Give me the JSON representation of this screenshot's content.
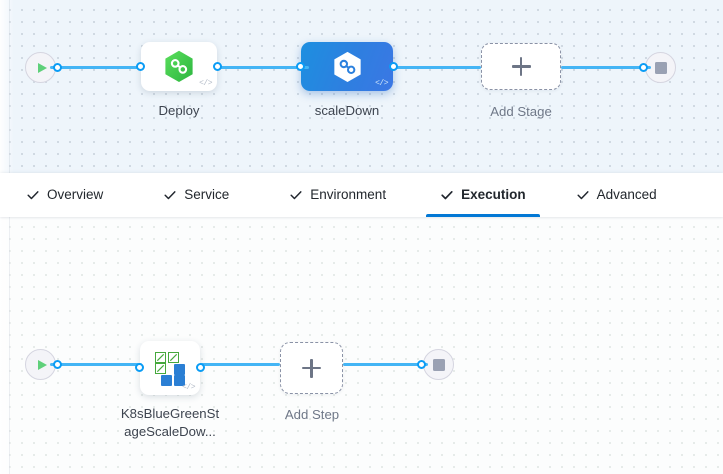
{
  "stage_canvas": {
    "start_node": {
      "name": "pipeline-start",
      "icon": "play-icon"
    },
    "end_node": {
      "name": "pipeline-end",
      "icon": "stop-icon"
    },
    "nodes": [
      {
        "id": "deploy",
        "label": "Deploy",
        "icon": "harness-hexagon-icon",
        "style": "white-card",
        "code_icon": "</>"
      },
      {
        "id": "scaleDown",
        "label": "scaleDown",
        "icon": "harness-hexagon-icon",
        "style": "blue-card",
        "code_icon": "</>"
      },
      {
        "id": "add-stage",
        "label": "Add Stage",
        "icon": "plus-icon",
        "style": "dashed"
      }
    ]
  },
  "tabs": {
    "items": [
      {
        "id": "overview",
        "label": "Overview",
        "icon": "check-icon",
        "active": false
      },
      {
        "id": "service",
        "label": "Service",
        "icon": "check-icon",
        "active": false
      },
      {
        "id": "environment",
        "label": "Environment",
        "icon": "check-icon",
        "active": false
      },
      {
        "id": "execution",
        "label": "Execution",
        "icon": "check-icon",
        "active": true
      },
      {
        "id": "advanced",
        "label": "Advanced",
        "icon": "check-icon",
        "active": false
      }
    ],
    "active_underline_color": "#0278d5"
  },
  "execution_canvas": {
    "start_node": {
      "name": "execution-start",
      "icon": "play-icon"
    },
    "end_node": {
      "name": "execution-end",
      "icon": "stop-icon"
    },
    "steps": [
      {
        "id": "k8s-bluegreen-scaledown",
        "label_line1": "K8sBlueGreenSt",
        "label_line2": "ageScaleDow...",
        "icon": "blue-green-deployment-icon",
        "code_icon": "</>"
      },
      {
        "id": "add-step",
        "label": "Add Step",
        "icon": "plus-icon",
        "style": "dashed"
      }
    ]
  },
  "colors": {
    "accent_blue": "#0278d5",
    "link_blue": "#44b5f5",
    "port_blue": "#0a9cf5",
    "harness_green": "#3fc04a",
    "node_blue_start": "#1d8fe0",
    "node_blue_end": "#3b77e4",
    "green_square": "#46a83c",
    "blue_square": "#2b7fd4",
    "canvas_top_bg": "#eef5fb",
    "canvas_bottom_bg": "#fcfdfd"
  }
}
